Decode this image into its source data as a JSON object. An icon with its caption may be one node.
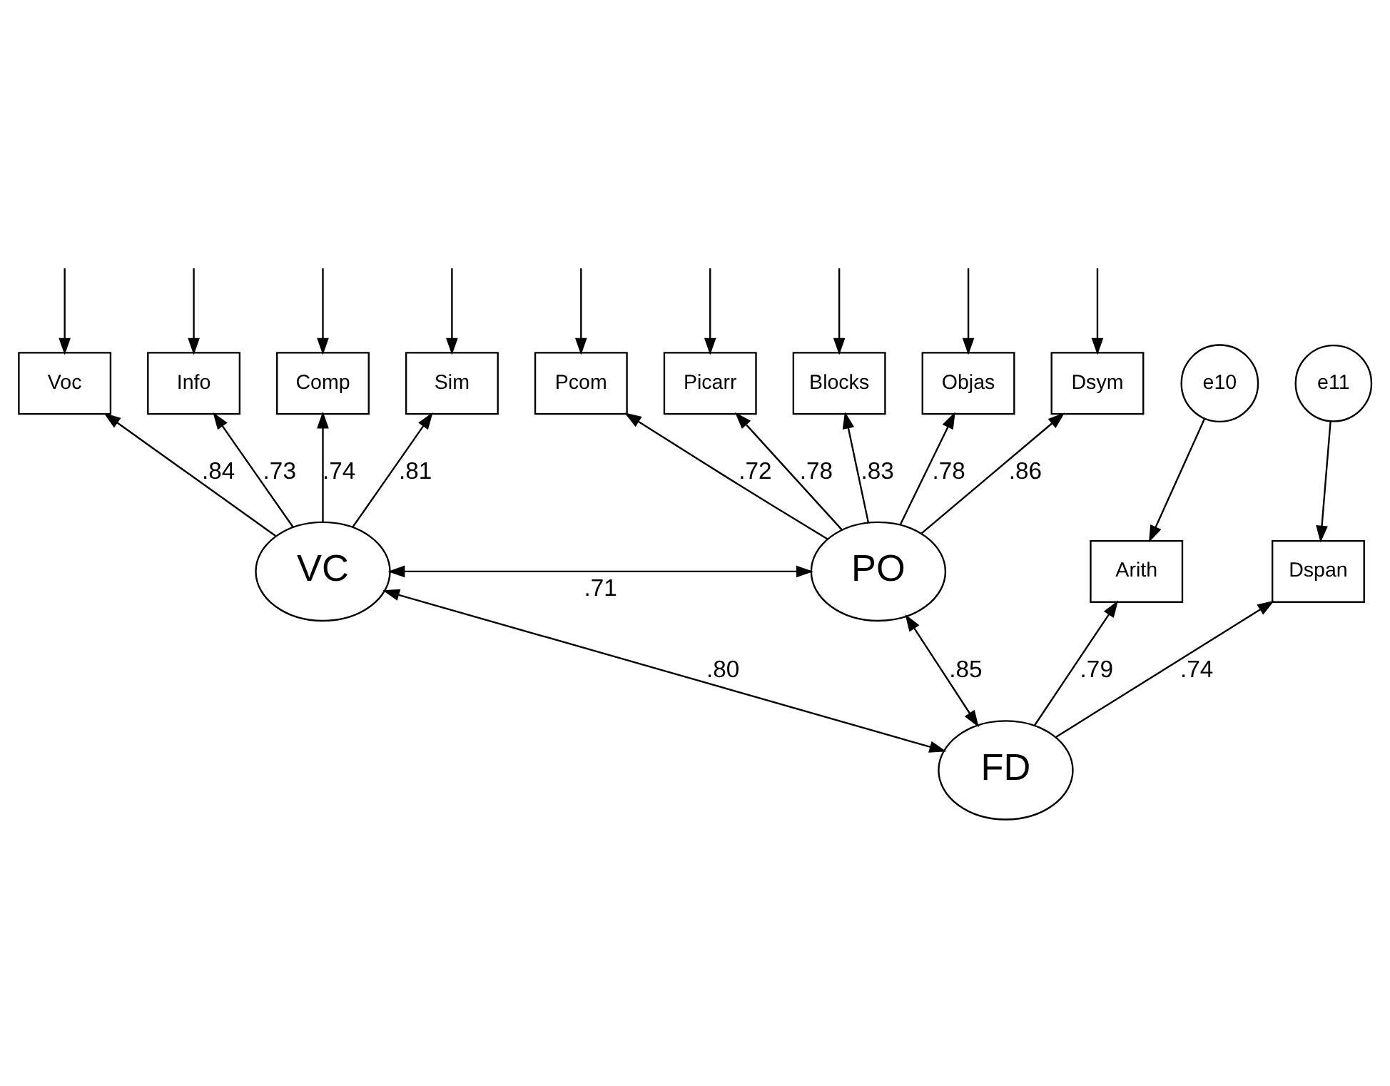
{
  "diagram": {
    "nodes": [
      {
        "text": [
          "Voc"
        ]
      },
      {
        "text": [
          "Info"
        ]
      },
      {
        "text": [
          "Comp"
        ]
      },
      {
        "text": [
          "Sim"
        ]
      },
      {
        "text": [
          "Pcom"
        ]
      },
      {
        "text": [
          "Picarr"
        ]
      },
      {
        "text": [
          "Blocks"
        ]
      },
      {
        "text": [
          "Objas"
        ]
      },
      {
        "text": [
          "Dsym"
        ]
      },
      {
        "text": [
          "VC"
        ]
      },
      {
        "text": [
          "PO"
        ]
      },
      {
        "text": [
          "e10"
        ]
      },
      {
        "text": [
          "e11"
        ]
      },
      {
        "text": [
          "Arith"
        ]
      },
      {
        "text": [
          "Dspan"
        ]
      },
      {
        "text": [
          "FD"
        ]
      }
    ],
    "edges": [
      {
        "from": null,
        "to": 0,
        "arrow": "to"
      },
      {
        "from": null,
        "to": 1,
        "arrow": "to"
      },
      {
        "from": null,
        "to": 2,
        "arrow": "to"
      },
      {
        "from": null,
        "to": 3,
        "arrow": "to"
      },
      {
        "from": null,
        "to": 4,
        "arrow": "to"
      },
      {
        "from": null,
        "to": 5,
        "arrow": "to"
      },
      {
        "from": null,
        "to": 6,
        "arrow": "to"
      },
      {
        "from": null,
        "to": 7,
        "arrow": "to"
      },
      {
        "from": null,
        "to": 8,
        "arrow": "to"
      },
      {
        "from": 9,
        "to": 0,
        "arrow": "to",
        "label": ".84"
      },
      {
        "from": 9,
        "to": 1,
        "arrow": "to",
        "label": ".73"
      },
      {
        "from": 9,
        "to": 2,
        "arrow": "to",
        "label": ".74"
      },
      {
        "from": 9,
        "to": 3,
        "arrow": "to",
        "label": ".81"
      },
      {
        "from": 10,
        "to": 4,
        "arrow": "to",
        "label": ".72"
      },
      {
        "from": 10,
        "to": 5,
        "arrow": "to",
        "label": ".78"
      },
      {
        "from": 10,
        "to": 6,
        "arrow": "to",
        "label": ".83"
      },
      {
        "from": 10,
        "to": 7,
        "arrow": "to",
        "label": ".78"
      },
      {
        "from": 10,
        "to": 8,
        "arrow": "to",
        "label": ".86"
      },
      {
        "from": 9,
        "to": 10,
        "arrow": "both",
        "label": ".71"
      },
      {
        "from": 11,
        "to": 13,
        "arrow": "to"
      },
      {
        "from": 12,
        "to": 14,
        "arrow": "to"
      },
      {
        "from": 15,
        "to": 13,
        "arrow": "to",
        "label": ".79"
      },
      {
        "from": 15,
        "to": 14,
        "arrow": "to",
        "label": ".74"
      },
      {
        "from": 9,
        "to": 15,
        "arrow": "both",
        "label": ".80"
      },
      {
        "from": 10,
        "to": 15,
        "arrow": "both",
        "label": ".85"
      }
    ]
  }
}
